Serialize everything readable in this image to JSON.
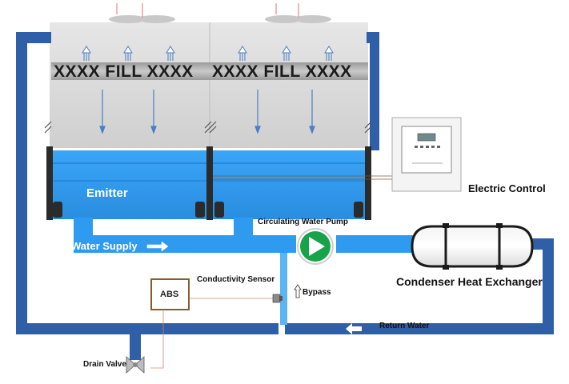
{
  "colors": {
    "pipe": "#2f5fa7",
    "water": "#2e9af0",
    "water_light": "#5bb4f5",
    "pump_green": "#18a34a",
    "tower_body": "#d7d7d7",
    "frame": "#2b2b2b",
    "sensor_box": "#8b5a2b"
  },
  "tower": {
    "fill_left": "XXXX FILL XXXX",
    "fill_right": "XXXX FILL XXXX"
  },
  "components": {
    "emitter": "Emitter",
    "electric_control": "Electric Control",
    "circulating_pump": "Circulating Water Pump",
    "water_supply": "Water Supply",
    "conductivity_sensor": "Conductivity Sensor",
    "abs": "ABS",
    "bypass": "Bypass",
    "condenser": "Condenser Heat Exchanger",
    "return_water": "Return Water",
    "drain_valve": "Drain Valve"
  },
  "icons": {
    "pump": "pump-icon",
    "valve": "valve-icon",
    "arrow": "arrow-icon",
    "fan": "fan-icon"
  }
}
